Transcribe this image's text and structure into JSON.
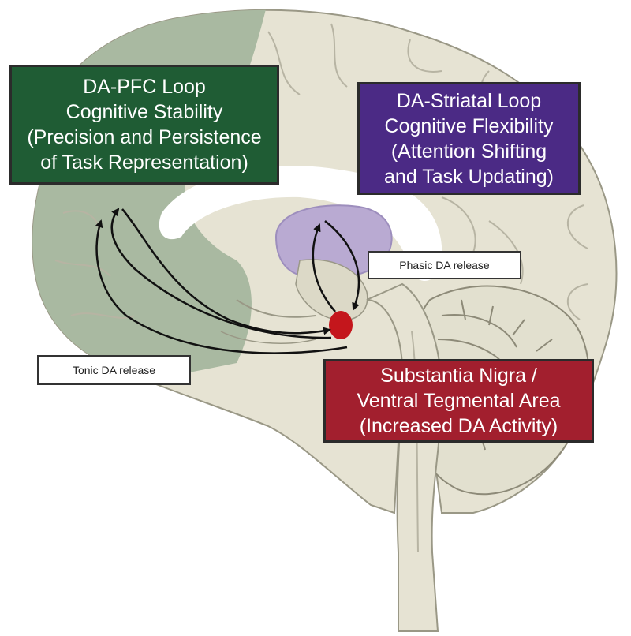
{
  "colors": {
    "pfc": "#1f5c34",
    "striatal": "#4b2a85",
    "substantia": "#a21f2e",
    "brain": "#e6e3d3",
    "pfc_region": "#a9b9a1",
    "striatum_region": "#b9aad2",
    "sn_dot": "#c4161c"
  },
  "pfc_box": {
    "line1": "DA-PFC Loop",
    "line2": "Cognitive Stability",
    "line3": "(Precision and Persistence",
    "line4": "of Task Representation)"
  },
  "striatal_box": {
    "line1": "DA-Striatal Loop",
    "line2": "Cognitive Flexibility",
    "line3": "(Attention Shifting",
    "line4": "and Task Updating)"
  },
  "substantia_box": {
    "line1": "Substantia Nigra /",
    "line2": "Ventral Tegmental Area",
    "line3": "(Increased DA Activity)"
  },
  "phasic_label": "Phasic DA release",
  "tonic_label": "Tonic DA release"
}
